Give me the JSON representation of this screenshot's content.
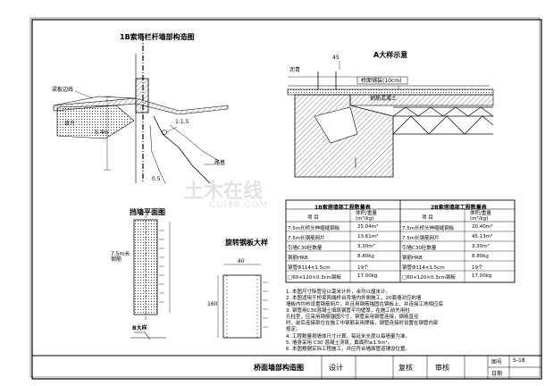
{
  "drawing": {
    "section_title": "1B索塔栏杆墙部构造图",
    "view_a_title": "A大样示意",
    "view_plan_title": "挡墙平面图",
    "view_b_title": "B大样",
    "view_detail_title": "旋转钢板大样",
    "labels": {
      "beam": "梁板边线",
      "soil": "路基",
      "slope_line": "1:1.5",
      "dim_left": "5.4m",
      "dim_fill": "填方",
      "dim_bot": "0.5",
      "a_cap": "沥青",
      "a_top": "45",
      "a_mid": "钢筋混凝土",
      "a_span": "桥面铺装(10cm)",
      "plan_note": "7.5m长\n钢筋",
      "detail_dim": "40",
      "detail_h": "160"
    }
  },
  "table1": {
    "title": "1B索塔墙部工程数量表",
    "headers": [
      "项  目",
      "体积/重量\n(m³/kg)"
    ],
    "rows": [
      [
        "7.5m长桥头伸缩缝钢板",
        "25.04m³"
      ],
      [
        "7.5m长钢筋网片",
        "13.61m³"
      ],
      [
        "引墙C30砼数量",
        "3.30m³"
      ],
      [
        "钢筋HRB",
        "8.80kg"
      ],
      [
        "钢管Φ114×1.5cm",
        "19个"
      ],
      [
        "□60×120×0.3cm钢板",
        "17.00kg"
      ]
    ]
  },
  "table2": {
    "title": "2B索塔墙部工程数量表",
    "headers": [
      "项  目",
      "体积/重量\n(m³/kg)"
    ],
    "rows": [
      [
        "7.5m长桥头伸缩缝钢板",
        "20.40m³"
      ],
      [
        "7.5m长钢筋网片",
        "45.13m³"
      ],
      [
        "引墙C30砼数量",
        "3.30m³"
      ],
      [
        "钢筋HRB",
        "8.80kg"
      ],
      [
        "钢管Φ114×1.5cm",
        "19个"
      ],
      [
        "□60×120×0.3cm钢板",
        "17.00kg"
      ]
    ]
  },
  "notes": [
    "1. 本图尺寸除管径以毫米计外，余均以厘米计。",
    "2. 本图适用于桥梁两端桥台背墙内外侧施工，20套墙对应的墙",
    "   墙板内均布设置钢筋网片，并且用钢筋锚固在钢板上，并连接工地相应底",
    "3. 钢管用C30混凝土填筑钢管平均壁厚，在施工前先用柱",
    "   孔柱型，应采用钢筋锚固尺寸，钢管采用钢管连接，钢筋直径",
    "   时，前后连接部位在施工中钢筋采用焊接，钢管连接时设置在钢管内部",
    "   规定。",
    "4. 工程数量按墙体尺寸计算，每延米长度以每墙量为准。",
    "5. 墙身采用 C30 混凝土浇筑，截面积≥1.5m²。",
    "6. 本图根据实际工程施工，并应符合墙面管道铺设位置。"
  ],
  "title_block": {
    "drawing_name": "桥面墙部构造图",
    "design": "设计",
    "review": "复核",
    "approve": "审核",
    "sheet_label": "图号",
    "sheet_no": "S-18",
    "date_label": "日期"
  },
  "watermark": {
    "brand": "土木在线",
    "site": "COI88.COM"
  }
}
